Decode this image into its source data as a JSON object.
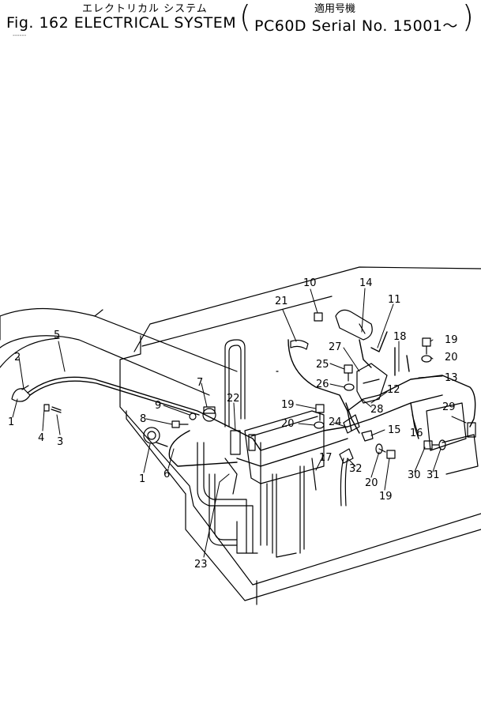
{
  "header": {
    "title_jp": "エレクトリカル システム",
    "serial_jp": "適用号機",
    "title": "Fig. 162 ELECTRICAL SYSTEM",
    "serial": "PC60D Serial No. 15001～"
  },
  "callouts": [
    {
      "id": "c1a",
      "label": "1"
    },
    {
      "id": "c2",
      "label": "2"
    },
    {
      "id": "c4",
      "label": "4"
    },
    {
      "id": "c3",
      "label": "3"
    },
    {
      "id": "c5",
      "label": "5"
    },
    {
      "id": "c1b",
      "label": "1"
    },
    {
      "id": "c8",
      "label": "8"
    },
    {
      "id": "c9",
      "label": "9"
    },
    {
      "id": "c7",
      "label": "7"
    },
    {
      "id": "c6",
      "label": "6"
    },
    {
      "id": "c22",
      "label": "22"
    },
    {
      "id": "c23",
      "label": "23"
    },
    {
      "id": "c21",
      "label": "21"
    },
    {
      "id": "c10",
      "label": "10"
    },
    {
      "id": "c14",
      "label": "14"
    },
    {
      "id": "c11",
      "label": "11"
    },
    {
      "id": "c18",
      "label": "18"
    },
    {
      "id": "c19a",
      "label": "19"
    },
    {
      "id": "c20a",
      "label": "20"
    },
    {
      "id": "c13",
      "label": "13"
    },
    {
      "id": "c27",
      "label": "27"
    },
    {
      "id": "c25",
      "label": "25"
    },
    {
      "id": "c26",
      "label": "26"
    },
    {
      "id": "c12",
      "label": "12"
    },
    {
      "id": "c28",
      "label": "28"
    },
    {
      "id": "c19b",
      "label": "19"
    },
    {
      "id": "c20b",
      "label": "20"
    },
    {
      "id": "c24",
      "label": "24"
    },
    {
      "id": "c15",
      "label": "15"
    },
    {
      "id": "c16",
      "label": "16"
    },
    {
      "id": "c29",
      "label": "29"
    },
    {
      "id": "c17",
      "label": "17"
    },
    {
      "id": "c32",
      "label": "32"
    },
    {
      "id": "c20c",
      "label": "20"
    },
    {
      "id": "c19c",
      "label": "19"
    },
    {
      "id": "c30",
      "label": "30"
    },
    {
      "id": "c31",
      "label": "31"
    }
  ]
}
